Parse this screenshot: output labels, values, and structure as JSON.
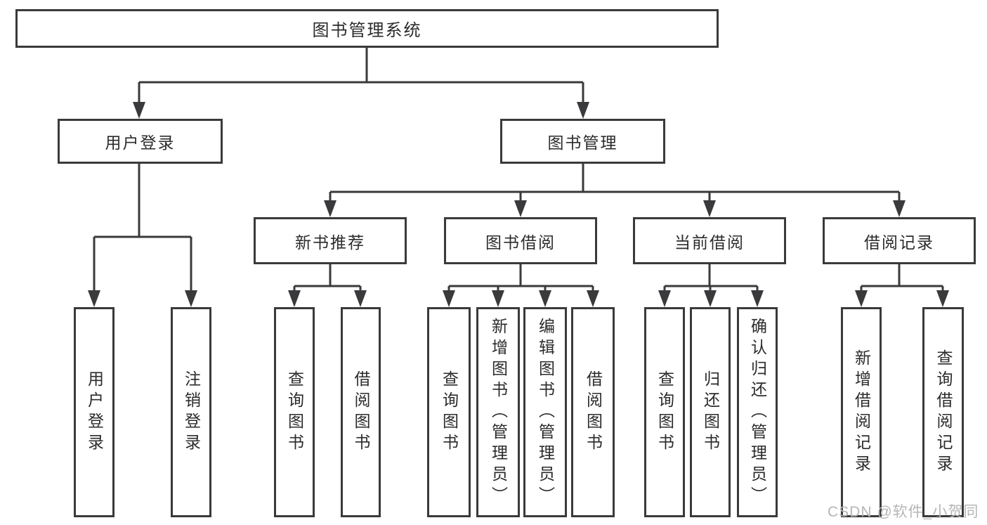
{
  "tree": {
    "label": "图书管理系统",
    "children": [
      {
        "label": "用户登录",
        "children": [
          {
            "label": "用户登录"
          },
          {
            "label": "注销登录"
          }
        ]
      },
      {
        "label": "图书管理",
        "children": [
          {
            "label": "新书推荐",
            "children": [
              {
                "label": "查询图书"
              },
              {
                "label": "借阅图书"
              }
            ]
          },
          {
            "label": "图书借阅",
            "children": [
              {
                "label": "查询图书"
              },
              {
                "label": "新增图书（管理员）"
              },
              {
                "label": "编辑图书（管理员）"
              },
              {
                "label": "借阅图书"
              }
            ]
          },
          {
            "label": "当前借阅",
            "children": [
              {
                "label": "查询图书"
              },
              {
                "label": "归还图书"
              },
              {
                "label": "确认归还（管理员）"
              }
            ]
          },
          {
            "label": "借阅记录",
            "children": [
              {
                "label": "新增借阅记录"
              },
              {
                "label": "查询借阅记录"
              }
            ]
          }
        ]
      }
    ]
  },
  "watermark": {
    "text": "CSDN @软件_小贺同学",
    "color": "#b6b6b8"
  },
  "colors": {
    "line": "#3a3a3c",
    "text": "#2b2b2d",
    "background": "#ffffff"
  }
}
